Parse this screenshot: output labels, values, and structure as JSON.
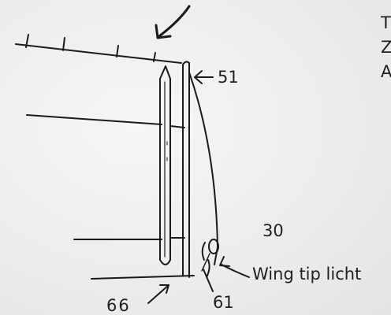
{
  "labels": {
    "part_51": "51",
    "part_30": "30",
    "part_66": "66",
    "part_61": "61",
    "wing_tip": "Wing tip licht"
  },
  "cropped_text_lines": [
    "T",
    "Z",
    "A"
  ],
  "ink_color": "#1a1a1a",
  "paper_color": "#ededed"
}
